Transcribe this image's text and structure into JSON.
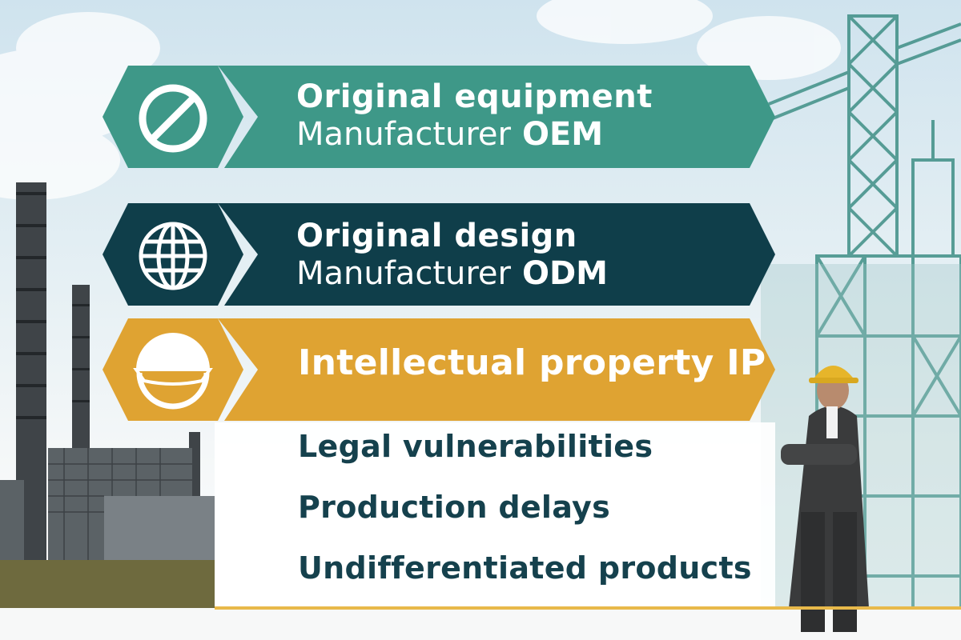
{
  "banners": [
    {
      "line1": "Original equipment",
      "line2": "Manufacturer",
      "abbr": "OEM",
      "icon": "prohibited-icon",
      "color": "#3e9888"
    },
    {
      "line1": "Original design",
      "line2": "Manufacturer",
      "abbr": "ODM",
      "icon": "globe-icon",
      "color": "#0f3e4a"
    },
    {
      "label": "Intellectual property IP",
      "icon": "hard-hat-icon",
      "color": "#dfa332"
    }
  ],
  "risks": [
    "Legal vulnerabilities",
    "Production delays",
    "Undifferentiated products"
  ]
}
